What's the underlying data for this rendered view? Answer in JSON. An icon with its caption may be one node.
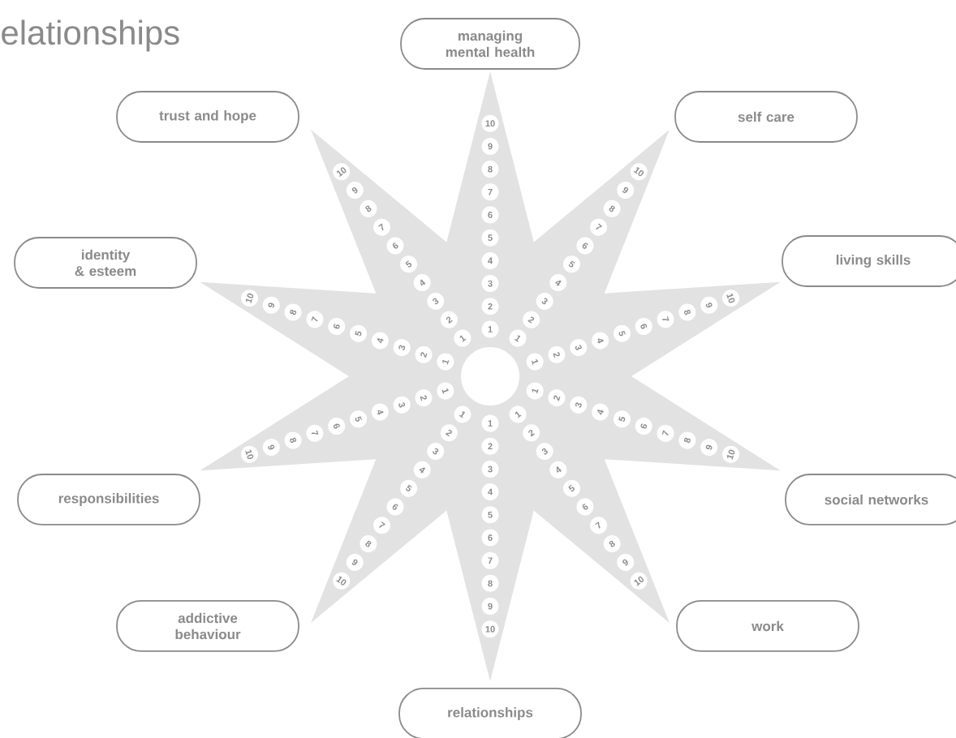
{
  "diagram": {
    "title": "elationships",
    "nodes": [
      {
        "text": [
          "managing mental health"
        ]
      },
      {
        "text": [
          "trust and hope"
        ]
      },
      {
        "text": [
          "self care"
        ]
      },
      {
        "text": [
          "identity & esteem"
        ]
      },
      {
        "text": [
          "living skills"
        ]
      },
      {
        "text": [
          "responsibilities"
        ]
      },
      {
        "text": [
          "social networks"
        ]
      },
      {
        "text": [
          "addictive behaviour"
        ]
      },
      {
        "text": [
          "work"
        ]
      },
      {
        "text": [
          "relationships"
        ]
      }
    ],
    "labels": [
      "1",
      "2",
      "3",
      "4",
      "5",
      "6",
      "7",
      "8",
      "9",
      "10",
      "1",
      "2",
      "3",
      "4",
      "5",
      "6",
      "7",
      "8",
      "9",
      "10",
      "1",
      "2",
      "3",
      "4",
      "5",
      "6",
      "7",
      "8",
      "9",
      "10",
      "1",
      "2",
      "3",
      "4",
      "5",
      "6",
      "7",
      "8",
      "9",
      "10",
      "1",
      "2",
      "3",
      "4",
      "5",
      "6",
      "7",
      "8",
      "9",
      "10",
      "1",
      "2",
      "3",
      "4",
      "5",
      "6",
      "7",
      "8",
      "9",
      "10",
      "1",
      "2",
      "3",
      "4",
      "5",
      "6",
      "7",
      "8",
      "9",
      "10",
      "1",
      "2",
      "3",
      "4",
      "5",
      "6",
      "7",
      "8",
      "9",
      "10",
      "1",
      "2",
      "3",
      "4",
      "5",
      "6",
      "7",
      "8",
      "9",
      "10",
      "1",
      "2",
      "3",
      "4",
      "5",
      "6",
      "7",
      "8",
      "9",
      "10"
    ]
  }
}
